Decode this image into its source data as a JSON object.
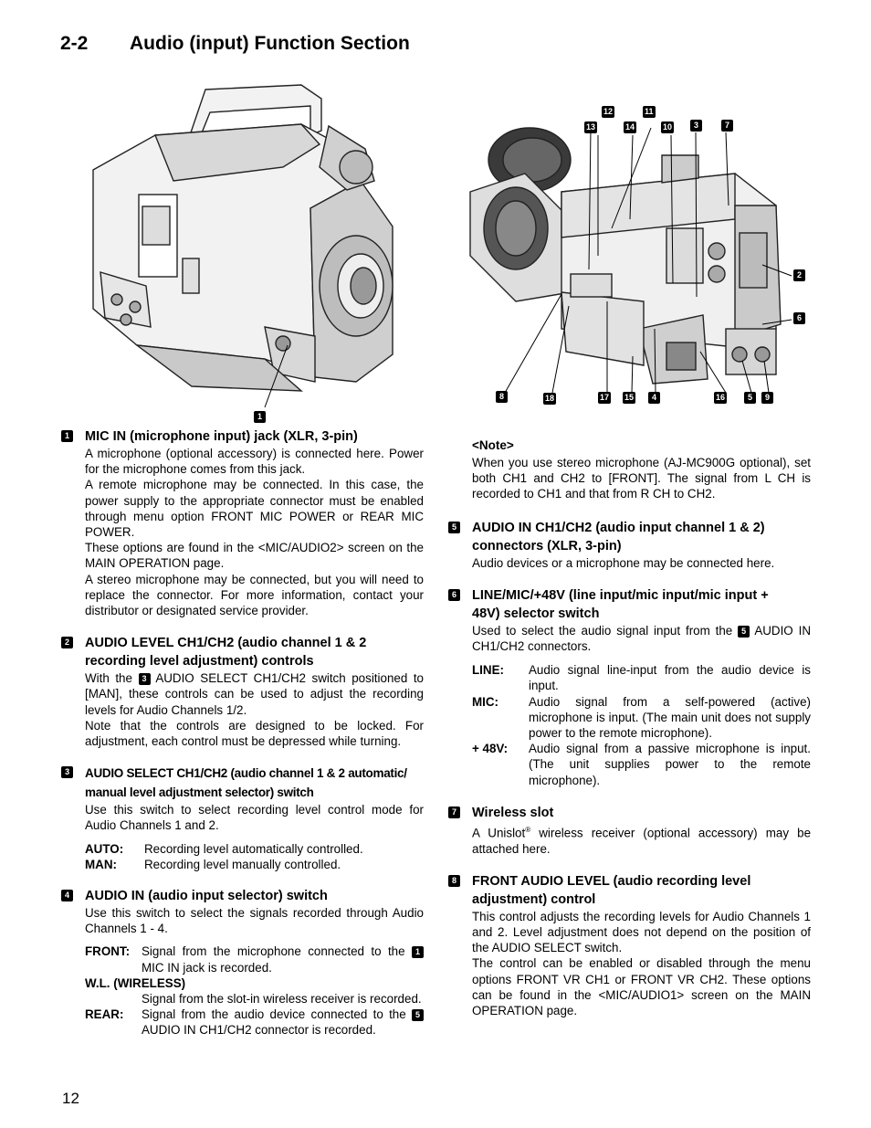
{
  "title": {
    "number": "2-2",
    "text": "Audio (input) Function Section"
  },
  "page_number": "12",
  "figure_left": {
    "callouts": [
      "1"
    ]
  },
  "figure_right": {
    "callouts": [
      "12",
      "11",
      "13",
      "14",
      "10",
      "3",
      "7",
      "2",
      "6",
      "8",
      "18",
      "17",
      "15",
      "4",
      "16",
      "5",
      "9"
    ]
  },
  "sections": {
    "s1": {
      "badge": "1",
      "heading": "MIC IN (microphone input) jack (XLR, 3-pin)",
      "paras": [
        "A microphone (optional accessory) is connected here. Power for the microphone comes from this jack.",
        "A remote microphone may be connected. In this case, the power supply to the appropriate connector must be enabled through menu option FRONT MIC POWER or REAR MIC POWER.",
        "These options are found in the <MIC/AUDIO2> screen on the MAIN OPERATION page.",
        "A stereo microphone may be connected, but you will need to replace the connector. For more information, contact your distributor or designated service provider."
      ]
    },
    "s2": {
      "badge": "2",
      "heading_line1": "AUDIO LEVEL CH1/CH2 (audio channel 1 & 2",
      "heading_line2": "recording level adjustment) controls",
      "para1_pre": "With the",
      "para1_badge": "3",
      "para1_post": "AUDIO SELECT CH1/CH2 switch positioned to [MAN], these controls can be used to adjust the recording levels for Audio Channels 1/2.",
      "para2": "Note that the controls are designed to be locked. For adjustment, each control must be depressed while turning."
    },
    "s3": {
      "badge": "3",
      "heading_line1": "AUDIO SELECT CH1/CH2 (audio channel 1 & 2 automatic/",
      "heading_line2": "manual level adjustment selector) switch",
      "para": "Use this switch to select recording level control mode for Audio Channels 1 and 2.",
      "defs": [
        {
          "term": "AUTO:",
          "desc": "Recording level automatically controlled."
        },
        {
          "term": "MAN:",
          "desc": "Recording level manually controlled."
        }
      ]
    },
    "s4": {
      "badge": "4",
      "heading": "AUDIO IN (audio input selector) switch",
      "para": "Use this switch to select the signals recorded through Audio Channels 1 - 4.",
      "front_term": "FRONT:",
      "front_pre": "Signal from the microphone connected to the",
      "front_badge": "1",
      "front_post": "MIC IN jack is recorded.",
      "wl_term": "W.L. (WIRELESS)",
      "wl_desc": "Signal from the slot-in wireless receiver is recorded.",
      "rear_term": "REAR:",
      "rear_pre": "Signal from the audio device connected to the",
      "rear_badge": "5",
      "rear_post": "AUDIO IN CH1/CH2 connector is recorded."
    },
    "note": {
      "heading": "<Note>",
      "para": "When you use stereo microphone (AJ-MC900G optional), set both CH1 and CH2 to [FRONT]. The signal from L CH is recorded to CH1 and that from R CH to CH2."
    },
    "s5": {
      "badge": "5",
      "heading_line1": "AUDIO IN CH1/CH2 (audio input channel 1 & 2)",
      "heading_line2": "connectors (XLR, 3-pin)",
      "para": "Audio devices or a microphone may be connected here."
    },
    "s6": {
      "badge": "6",
      "heading_line1": "LINE/MIC/+48V (line input/mic input/mic input +",
      "heading_line2": "48V) selector switch",
      "para_pre": "Used to select the audio signal input from the",
      "para_badge": "5",
      "para_post": "AUDIO IN CH1/CH2 connectors.",
      "defs": [
        {
          "term": "LINE:",
          "desc": "Audio signal line-input from the audio device is input."
        },
        {
          "term": "MIC:",
          "desc": "Audio signal from a self-powered (active) microphone is input. (The main unit does not supply power to the remote microphone)."
        },
        {
          "term": "+ 48V:",
          "desc": "Audio signal from a passive microphone is input. (The unit supplies power to the remote microphone)."
        }
      ]
    },
    "s7": {
      "badge": "7",
      "heading": "Wireless slot",
      "para_pre": "A Unislot",
      "para_sup": "®",
      "para_post": " wireless receiver (optional accessory) may be attached here."
    },
    "s8": {
      "badge": "8",
      "heading_line1": "FRONT AUDIO LEVEL (audio recording level",
      "heading_line2": "adjustment) control",
      "paras": [
        "This control adjusts the recording levels for Audio Channels 1 and 2. Level adjustment does not depend on the position of the AUDIO SELECT switch.",
        "The control can be enabled or disabled through the menu options FRONT VR CH1 or FRONT VR CH2. These options can be found in the <MIC/AUDIO1> screen on the MAIN OPERATION page."
      ]
    }
  }
}
